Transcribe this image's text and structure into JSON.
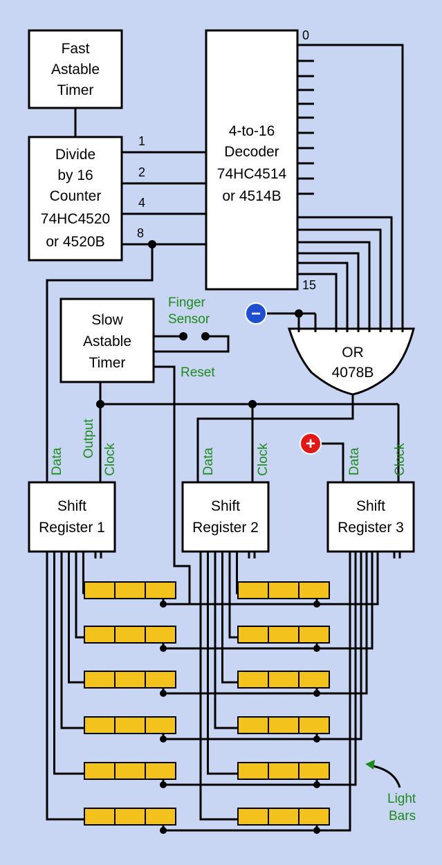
{
  "blocks": {
    "fast_timer": [
      "Fast",
      "Astable",
      "Timer"
    ],
    "counter": [
      "Divide",
      "by 16",
      "Counter",
      "74HC4520",
      "or 4520B"
    ],
    "decoder": [
      "4-to-16",
      "Decoder",
      "74HC4514",
      "or 4514B"
    ],
    "slow_timer": [
      "Slow",
      "Astable",
      "Timer"
    ],
    "or_gate": [
      "OR",
      "4078B"
    ],
    "shift_registers": [
      [
        "Shift",
        "Register 1"
      ],
      [
        "Shift",
        "Register 2"
      ],
      [
        "Shift",
        "Register 3"
      ]
    ]
  },
  "pins": {
    "counter_outputs": [
      "1",
      "2",
      "4",
      "8"
    ],
    "decoder_first": "0",
    "decoder_last": "15"
  },
  "labels": {
    "finger_sensor": [
      "Finger",
      "Sensor"
    ],
    "reset": "Reset",
    "output": "Output",
    "data": "Data",
    "clock": "Clock",
    "light_bars": [
      "Light",
      "Bars"
    ]
  },
  "symbols": {
    "minus": "−",
    "plus": "+"
  },
  "colors": {
    "background": "#c8d6f3",
    "block_fill": "#ffffff",
    "annotation": "#1d8a1d",
    "light_bar": "#f4c21c",
    "minus_marker": "#1f4fd1",
    "plus_marker": "#e01818"
  },
  "light_bar_rows": 6,
  "segments_per_light_bar": 3
}
